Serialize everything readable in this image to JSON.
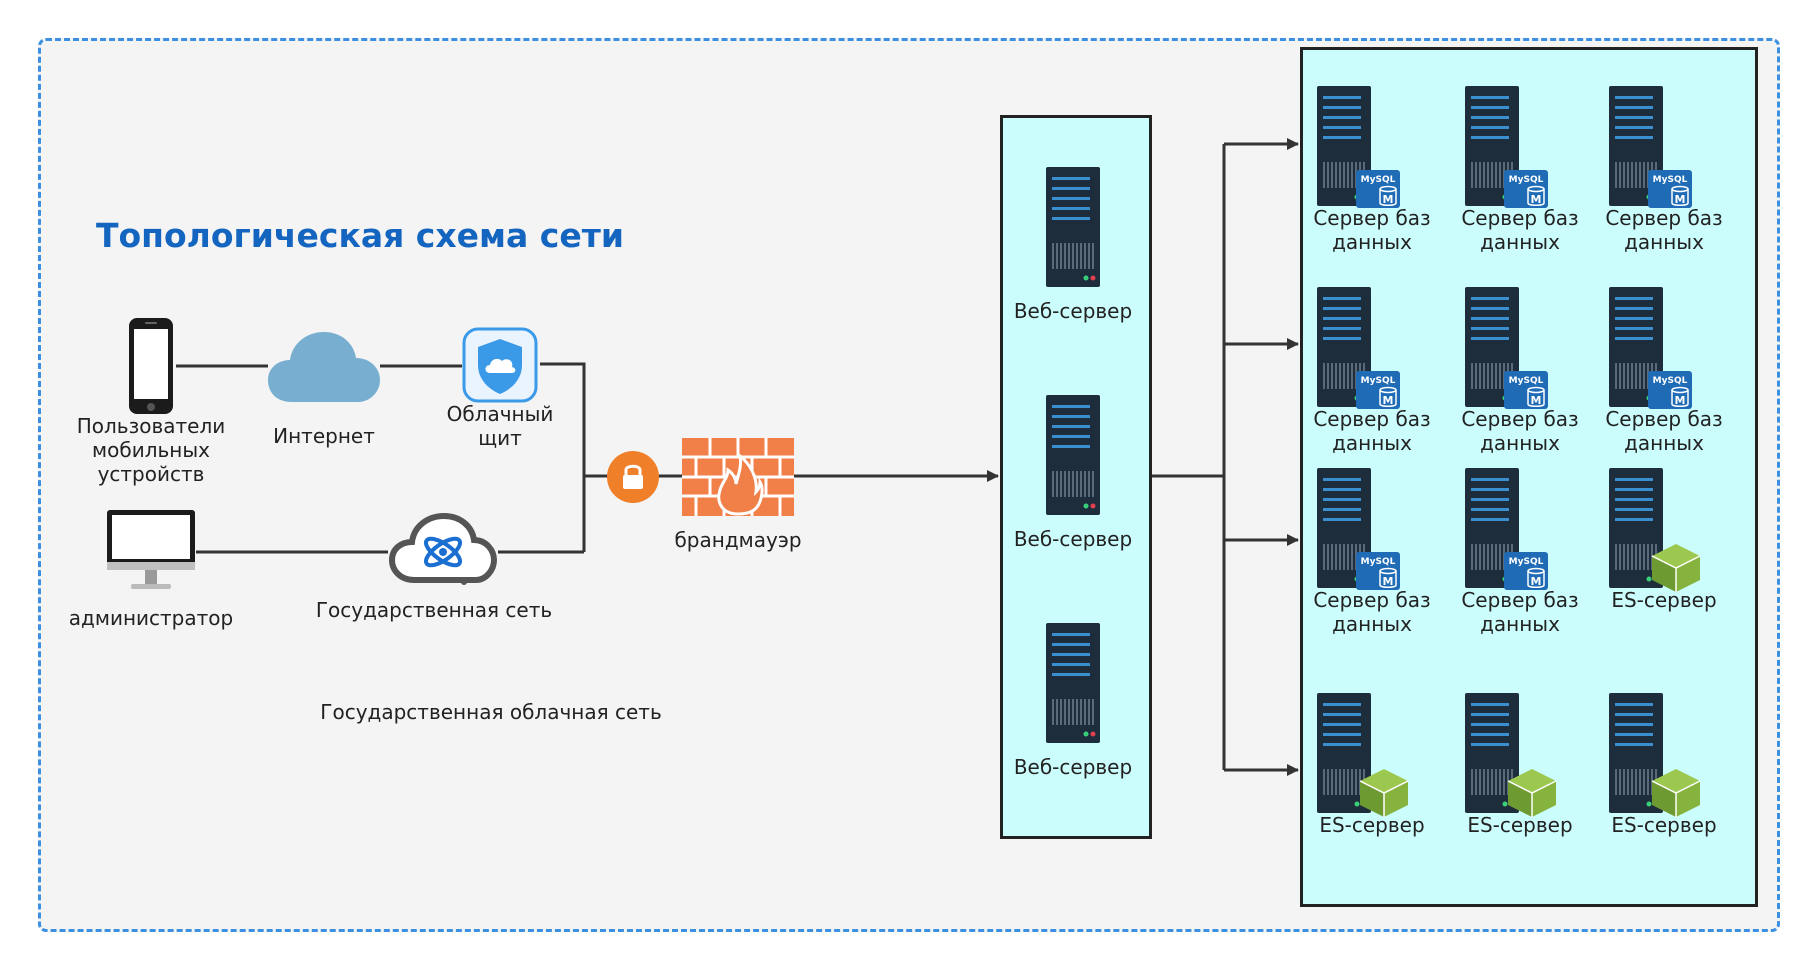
{
  "title": "Топологическая схема сети",
  "nodes": {
    "mobile_users": "Пользователи мобильных устройств",
    "internet": "Интернет",
    "cloud_shield": "Облачный щит",
    "admin": "администратор",
    "gov_network": "Государственная сеть",
    "firewall": "брандмауэр",
    "gov_cloud_network": "Государственная облачная сеть"
  },
  "web_servers": [
    "Веб-сервер",
    "Веб-сервер",
    "Веб-сервер"
  ],
  "backend_servers": [
    {
      "label": "Сервер баз данных",
      "badge": "MySQL"
    },
    {
      "label": "Сервер баз данных",
      "badge": "MySQL"
    },
    {
      "label": "Сервер баз данных",
      "badge": "MySQL"
    },
    {
      "label": "Сервер баз данных",
      "badge": "MySQL"
    },
    {
      "label": "Сервер баз данных",
      "badge": "MySQL"
    },
    {
      "label": "Сервер баз данных",
      "badge": "MySQL"
    },
    {
      "label": "Сервер баз данных",
      "badge": "MySQL"
    },
    {
      "label": "Сервер баз данных",
      "badge": "MySQL"
    },
    {
      "label": "ES-сервер",
      "badge": "ES"
    },
    {
      "label": "ES-сервер",
      "badge": "ES"
    },
    {
      "label": "ES-сервер",
      "badge": "ES"
    },
    {
      "label": "ES-сервер",
      "badge": "ES"
    }
  ],
  "colors": {
    "border_dashed": "#3d8fe0",
    "panel": "#ccfdfd",
    "title": "#1465c0",
    "firewall": "#f07f48",
    "lock": "#f07f2a",
    "cloud": "#78aed0",
    "server": "#1e2d3c",
    "mysql_badge": "#1f6bb5",
    "es_cube": "#7ea83a"
  }
}
